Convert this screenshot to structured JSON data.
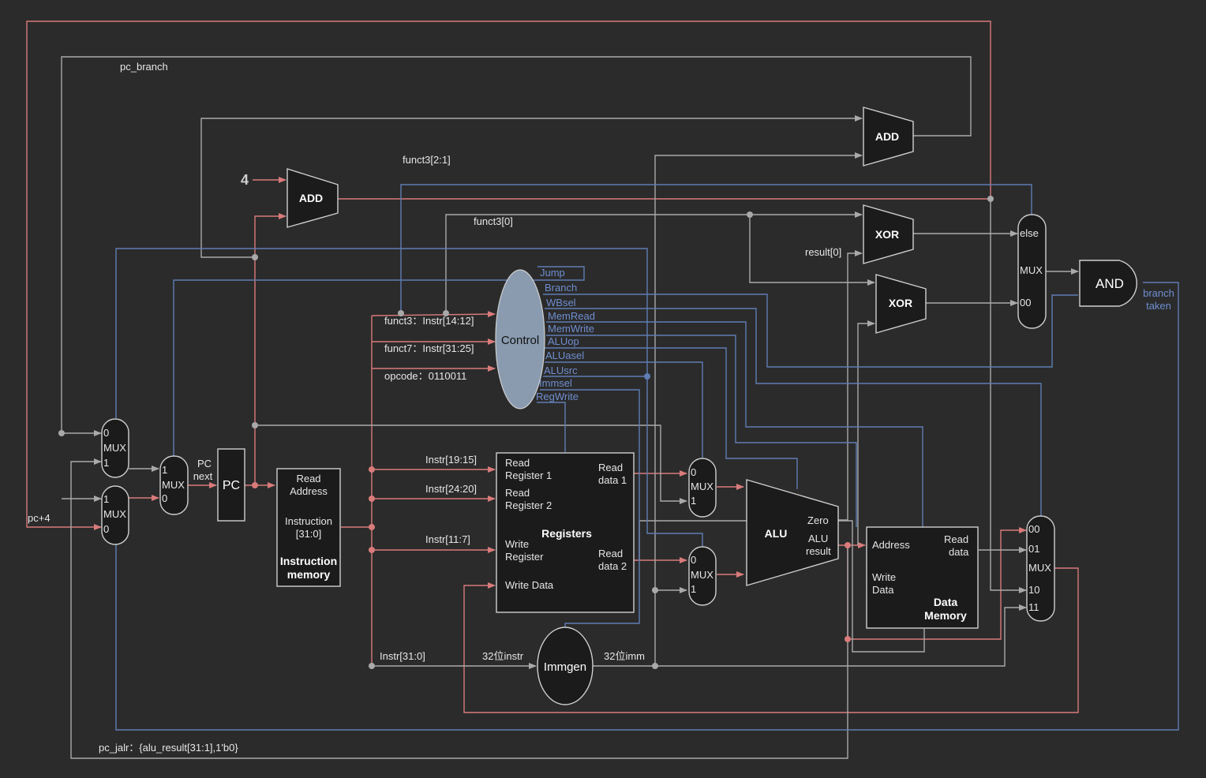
{
  "labels": {
    "pc_branch": "pc_branch",
    "funct3_21": "funct3[2:1]",
    "funct3_0": "funct3[0]",
    "result0": "result[0]",
    "four": "4",
    "add_top": "ADD",
    "add_pc": "ADD",
    "xor1": "XOR",
    "xor2": "XOR",
    "and": "AND",
    "branch_taken_1": "branch",
    "branch_taken_2": "taken",
    "bmux_else": "else",
    "bmux_mux": "MUX",
    "bmux_00": "00",
    "control": "Control",
    "ctl_jump": "Jump",
    "ctl_branch": "Branch",
    "ctl_wbsel": "WBsel",
    "ctl_memread": "MemRead",
    "ctl_memwrite": "MemWrite",
    "ctl_aluop": "ALUop",
    "ctl_aluasel": "ALUasel",
    "ctl_alusrc": "ALUsrc",
    "ctl_immsel": "Immsel",
    "ctl_regwrite": "RegWrite",
    "funct3_field": "funct3：Instr[14:12]",
    "funct7_field": "funct7：Instr[31:25]",
    "opcode_field": "opcode：0110011",
    "pc_plus4": "pc+4",
    "pc_jalr": "pc_jalr：{alu_result[31:1],1'b0}",
    "mux1_0": "0",
    "mux1_mux": "MUX",
    "mux1_1": "1",
    "mux2_1": "1",
    "mux2_mux": "MUX",
    "mux2_0": "0",
    "mux3_1": "1",
    "mux3_mux": "MUX",
    "mux3_0": "0",
    "pc_next_1": "PC",
    "pc_next_2": "next",
    "pc": "PC",
    "im_read_1": "Read",
    "im_read_2": "Address",
    "im_instr_1": "Instruction",
    "im_instr_2": "[31:0]",
    "im_title_1": "Instruction",
    "im_title_2": "memory",
    "instr_19_15": "Instr[19:15]",
    "instr_24_20": "Instr[24:20]",
    "instr_11_7": "Instr[11:7]",
    "instr_31_0": "Instr[31:0]",
    "instr32": "32位instr",
    "imm32": "32位imm",
    "immgen": "Immgen",
    "rr1_1": "Read",
    "rr1_2": "Register 1",
    "rr2_1": "Read",
    "rr2_2": "Register 2",
    "wr_1": "Write",
    "wr_2": "Register",
    "wd": "Write Data",
    "rd1_1": "Read",
    "rd1_2": "data 1",
    "rd2_1": "Read",
    "rd2_2": "data 2",
    "registers": "Registers",
    "amuxa_0": "0",
    "amuxa_mux": "MUX",
    "amuxa_1": "1",
    "amuxb_0": "0",
    "amuxb_mux": "MUX",
    "amuxb_1": "1",
    "alu": "ALU",
    "alu_zero": "Zero",
    "alu_res_1": "ALU",
    "alu_res_2": "result",
    "dm_addr": "Address",
    "dm_read_1": "Read",
    "dm_read_2": "data",
    "dm_wd_1": "Write",
    "dm_wd_2": "Data",
    "dm_title_1": "Data",
    "dm_title_2": "Memory",
    "wbmux_00": "00",
    "wbmux_01": "01",
    "wbmux_mux": "MUX",
    "wbmux_10": "10",
    "wbmux_11": "11"
  },
  "colors": {
    "data_wire": "#d97b7b",
    "gray_wire": "#a9a9a9",
    "control_wire": "#5f7db4",
    "block_fill": "#1b1b1b",
    "control_unit": "#8a9bb0",
    "background": "#2b2b2b"
  }
}
